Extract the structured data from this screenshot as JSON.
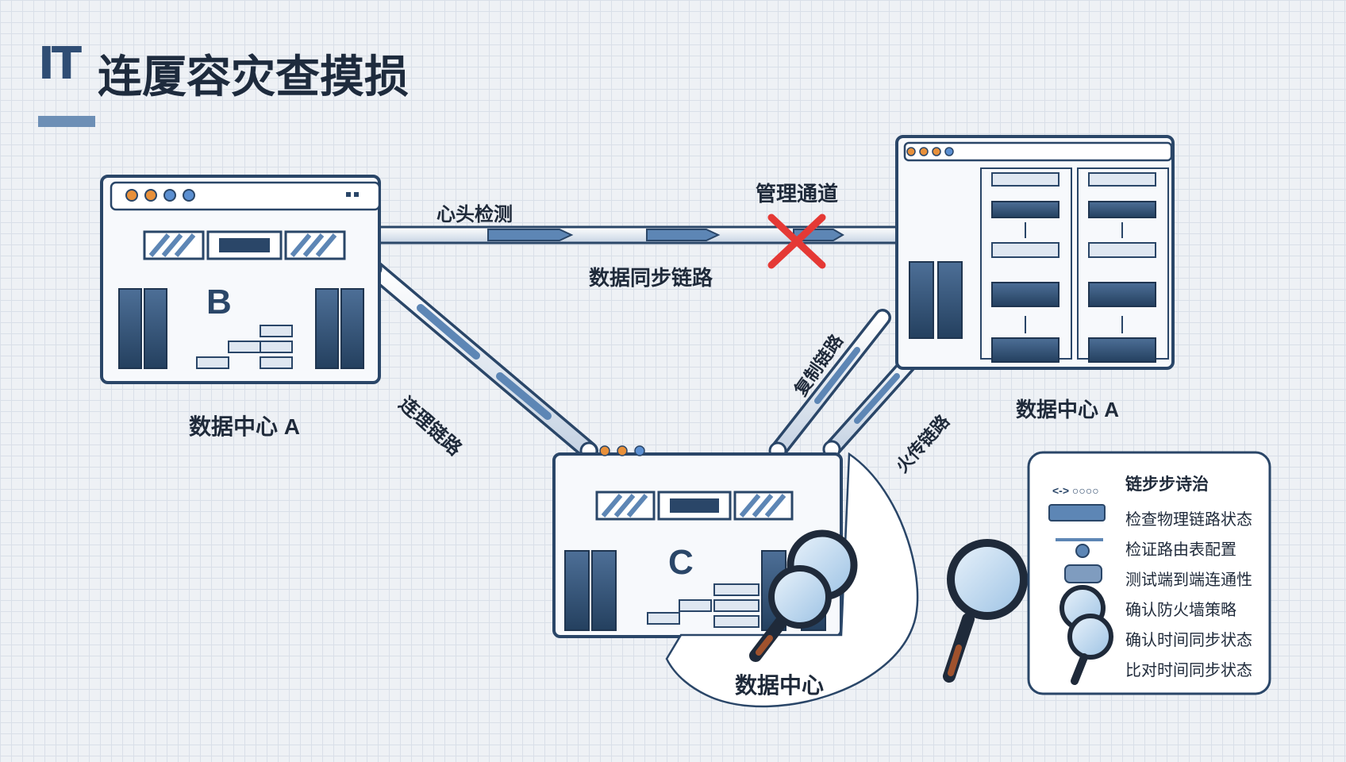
{
  "title": {
    "logo": "IT",
    "text": "连厦容灾查摸损"
  },
  "datacenters": {
    "b": {
      "letter": "B",
      "caption": "数据中心 A"
    },
    "right": {
      "caption": "数据中心 A"
    },
    "c": {
      "letter": "C",
      "caption": "数据中心"
    }
  },
  "links": {
    "heartbeat": "心头检测",
    "mgmt": "管理通道",
    "sync": "数据同步链路",
    "left_diag": "连理链路",
    "right_diag_a": "复制链路",
    "right_diag_b": "火传链路"
  },
  "legend": {
    "title": "链步步诗治",
    "header_glyph": "<-> ○○○○",
    "items": [
      "检查物理链路状态",
      "检证路由表配置",
      "测试端到端连通性",
      "确认防火墙策略",
      "确认时间同步状态",
      "比对时间同步状态"
    ]
  },
  "colors": {
    "navy": "#2a4668",
    "accent_blue": "#5d86b5",
    "fail_red": "#e53935",
    "dot_orange": "#e8903a",
    "dot_blue": "#5b8fd1"
  }
}
